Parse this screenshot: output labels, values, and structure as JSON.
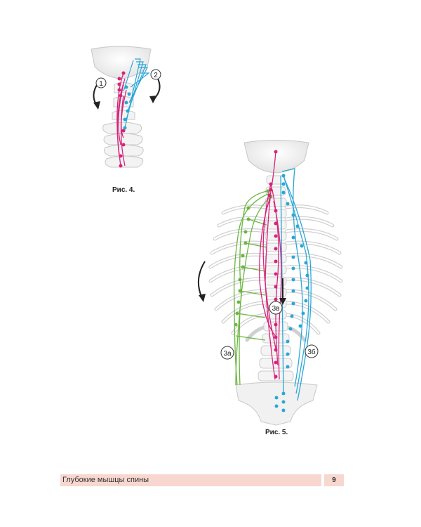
{
  "figure4": {
    "caption": "Рис. 4.",
    "labels": [
      "1",
      "2"
    ]
  },
  "figure5": {
    "caption": "Рис. 5.",
    "labels": {
      "a": "3а",
      "b": "3б",
      "c": "3в"
    }
  },
  "footer": {
    "title": "Глубокие мышцы спины",
    "page_number": "9"
  },
  "colors": {
    "magenta": "#d6247a",
    "cyan": "#2aa7d6",
    "green": "#6ab63f",
    "bone": "#f2f2f2",
    "bone_edge": "#c9c9c9"
  }
}
